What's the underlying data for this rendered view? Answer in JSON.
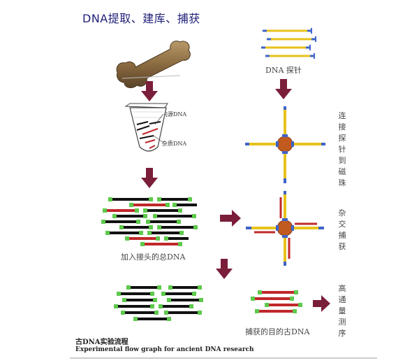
{
  "title": "DNA提取、建库、捕获",
  "labels": {
    "probe": "DNA 探针",
    "endogenous": "内源DNA",
    "contaminant": "杂质DNA",
    "adapter_total": "加入接头的总DNA",
    "captured": "捕获的目的古DNA"
  },
  "vertical_labels": {
    "link_probe": "连接探针到磁珠",
    "hybrid": "杂交捕获",
    "sequencing": "高通量测序"
  },
  "caption": {
    "cn": "古DNA实验流程",
    "en": "Experimental flow graph for ancient DNA research"
  },
  "colors": {
    "title": "#1e1e78",
    "arrow": "#7a1e3a",
    "dna_black": "#111111",
    "dna_red": "#c0282a",
    "adapter_green": "#5ec94c",
    "probe_yellow": "#e8c21c",
    "probe_blue": "#3f64c8",
    "bead": "#c05a1e"
  }
}
